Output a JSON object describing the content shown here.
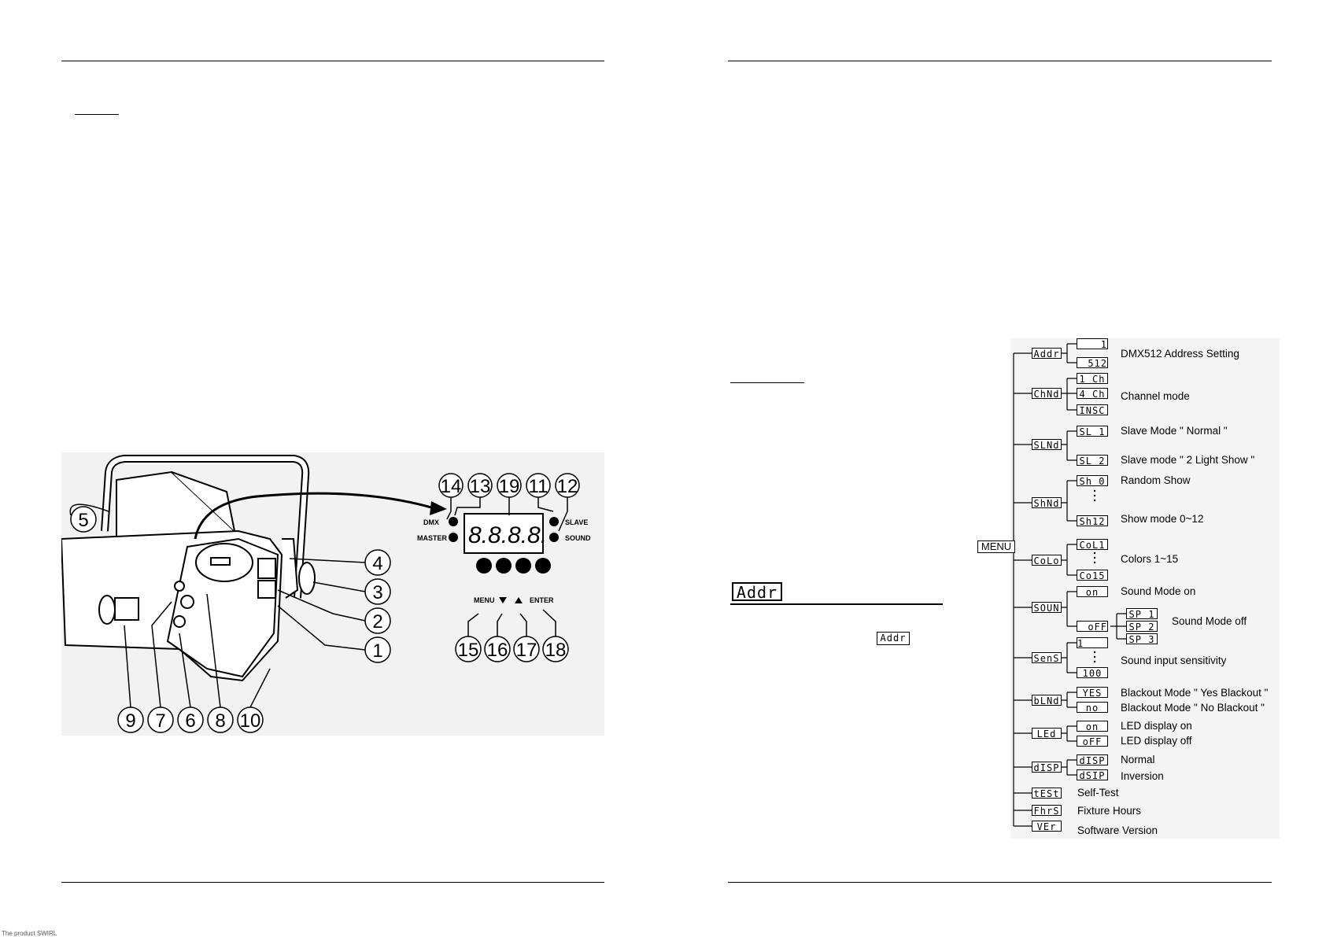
{
  "left_diagram": {
    "callouts": [
      "1",
      "2",
      "3",
      "4",
      "5",
      "6",
      "7",
      "8",
      "9",
      "10",
      "11",
      "12",
      "13",
      "14",
      "15",
      "16",
      "17",
      "18",
      "19"
    ],
    "panel_labels": {
      "dmx": "DMX",
      "master": "MASTER",
      "slave": "SLAVE",
      "sound": "SOUND",
      "menu": "MENU",
      "enter": "ENTER"
    },
    "display_digits": "8.8.8.8.",
    "footer_text": "The product SWIRL"
  },
  "right_menu": {
    "root": "MENU",
    "section_display": "Addr",
    "inline_display": "Addr",
    "items": [
      {
        "code": "Addr",
        "subs": [
          "1",
          "512"
        ],
        "desc": [
          "DMX512 Address Setting"
        ]
      },
      {
        "code": "ChNd",
        "subs": [
          "1 Ch",
          "4 Ch",
          "INSC"
        ],
        "desc": [
          "Channel mode"
        ]
      },
      {
        "code": "SLNd",
        "subs": [
          "SL 1",
          "SL 2"
        ],
        "desc": [
          "Slave Mode \" Normal \"",
          "Slave mode \" 2 Light Show \""
        ]
      },
      {
        "code": "ShNd",
        "subs": [
          "Sh 0",
          "Sh12"
        ],
        "desc": [
          "Random Show",
          "Show mode 0~12"
        ]
      },
      {
        "code": "CoLo",
        "subs": [
          "CoL1",
          "Co15"
        ],
        "desc": [
          "Colors 1~15"
        ]
      },
      {
        "code": "SOUN",
        "subs": [
          "on",
          "oFF"
        ],
        "sp": [
          "SP 1",
          "SP 2",
          "SP 3"
        ],
        "desc": [
          "Sound Mode on",
          "Sound Mode off"
        ]
      },
      {
        "code": "SenS",
        "subs": [
          "1",
          "100"
        ],
        "desc": [
          "Sound input sensitivity"
        ]
      },
      {
        "code": "bLNd",
        "subs": [
          "YES",
          "no"
        ],
        "desc": [
          "Blackout Mode \" Yes Blackout \"",
          "Blackout Mode \" No Blackout \""
        ]
      },
      {
        "code": "LEd",
        "subs": [
          "on",
          "oFF"
        ],
        "desc": [
          "LED display on",
          "LED display off"
        ]
      },
      {
        "code": "dISP",
        "subs": [
          "dISP",
          "dSIP"
        ],
        "desc": [
          "Normal",
          "Inversion"
        ]
      },
      {
        "code": "tESt",
        "desc": [
          "Self-Test"
        ]
      },
      {
        "code": "FhrS",
        "desc": [
          "Fixture Hours"
        ]
      },
      {
        "code": "VEr",
        "desc": [
          "Software Version"
        ]
      }
    ]
  }
}
